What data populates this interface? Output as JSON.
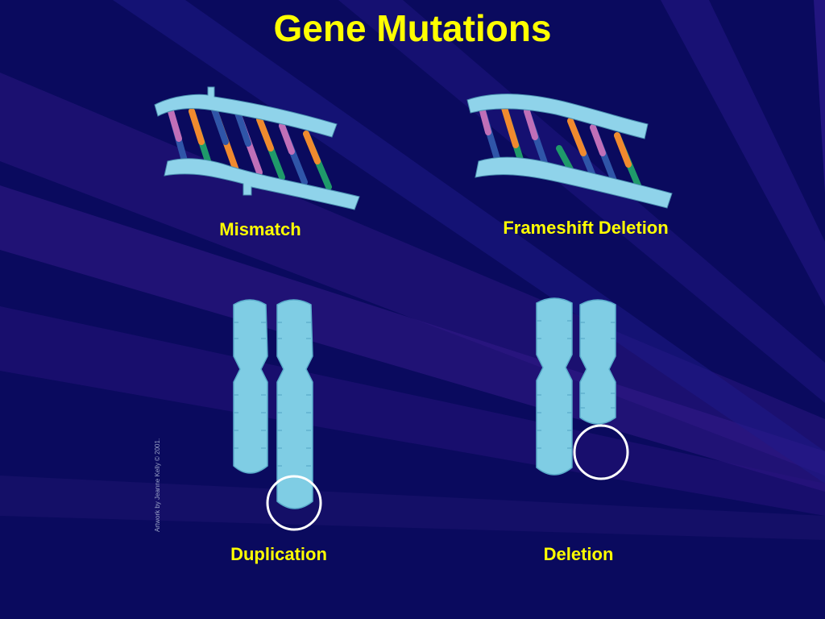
{
  "slide": {
    "title": "Gene Mutations",
    "credit": "Artwork by Jeanne Kelly © 2001."
  },
  "diagrams": {
    "mismatch": {
      "label": "Mismatch"
    },
    "frameshift_deletion": {
      "label": "Frameshift Deletion"
    },
    "duplication": {
      "label": "Duplication"
    },
    "deletion": {
      "label": "Deletion"
    }
  },
  "colors": {
    "background": "#0a0a5e",
    "title": "#ffff00",
    "strand": "#8fd3ea",
    "base_purple": "#c06fb8",
    "base_orange": "#f08a2e",
    "base_blue": "#2f55a8",
    "base_green": "#1f9a6a",
    "chromosome": "#7fcde4",
    "highlight_circle": "#ffffff"
  }
}
